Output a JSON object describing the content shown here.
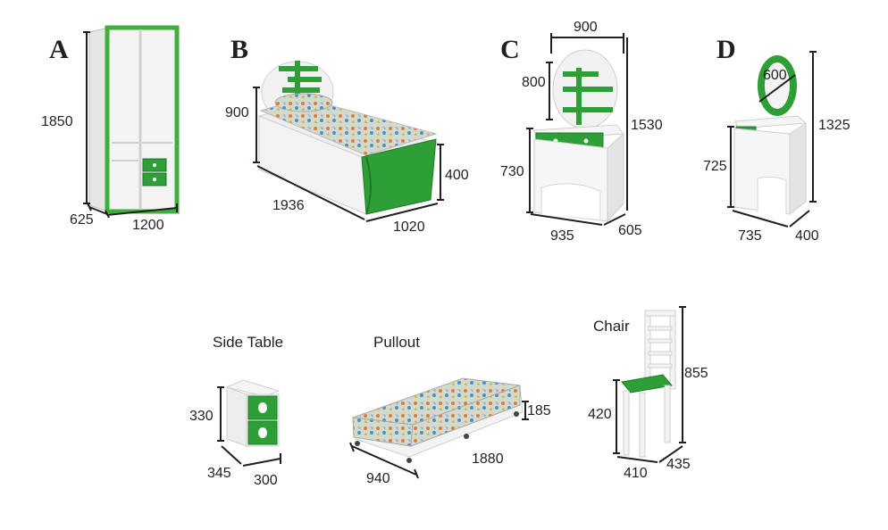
{
  "items": {
    "a": {
      "letter": "A",
      "height": "1850",
      "depth": "625",
      "width": "1200"
    },
    "b": {
      "letter": "B",
      "height": "900",
      "length": "1936",
      "width": "1020",
      "side_height": "400"
    },
    "c": {
      "letter": "C",
      "top_width": "900",
      "shelf_height": "800",
      "total_height": "1530",
      "table_height": "730",
      "width": "935",
      "depth": "605"
    },
    "d": {
      "letter": "D",
      "mirror": "600",
      "total_height": "1325",
      "table_height": "725",
      "width": "735",
      "depth": "400"
    },
    "side_table": {
      "caption": "Side Table",
      "height": "330",
      "depth": "345",
      "width": "300"
    },
    "pullout": {
      "caption": "Pullout",
      "height": "185",
      "width": "940",
      "length": "1880"
    },
    "chair": {
      "caption": "Chair",
      "height": "855",
      "seat_height": "420",
      "width": "410",
      "depth": "435"
    }
  },
  "colors": {
    "green": "#2e9e37",
    "light_green": "#5cc05a",
    "white": "#f7f7f7",
    "line": "#231f20",
    "fabric": "#cfd6c8"
  }
}
